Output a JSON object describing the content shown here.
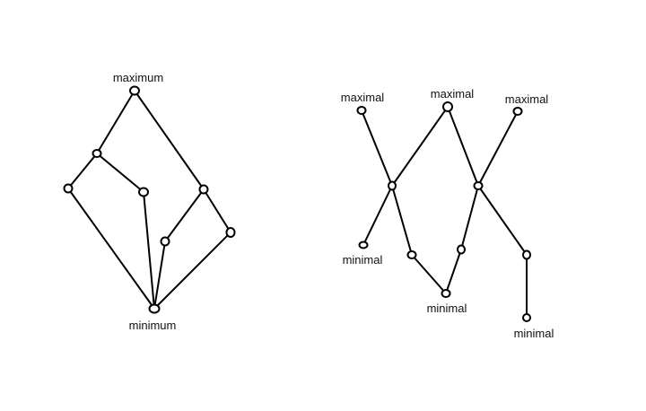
{
  "colors": {
    "line": "#000000",
    "node_fill": "#ffffff",
    "text": "#111111",
    "background": "#ffffff"
  },
  "left_diagram": {
    "labels": {
      "maximum": "maximum",
      "minimum": "minimum"
    }
  },
  "right_diagram": {
    "labels": {
      "maximal_1": "maximal",
      "maximal_2": "maximal",
      "maximal_3": "maximal",
      "minimal_1": "minimal",
      "minimal_2": "minimal",
      "minimal_3": "minimal"
    }
  }
}
